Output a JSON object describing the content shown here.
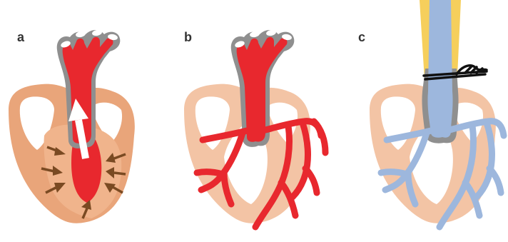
{
  "panels": [
    {
      "label": "a"
    },
    {
      "label": "b"
    },
    {
      "label": "c"
    }
  ],
  "colors": {
    "heart_deep": "#e9a57a",
    "heart_pale": "#f3c4a5",
    "cavity": "#ffffff",
    "aorta_red": "#e8282e",
    "vessel_outline": "#8f8f8f",
    "perfusion_blue": "#9db7dd",
    "catheter_yellow": "#f6cf5c",
    "contraction_arrow": "#7a4a22",
    "clamp": "#111111"
  }
}
